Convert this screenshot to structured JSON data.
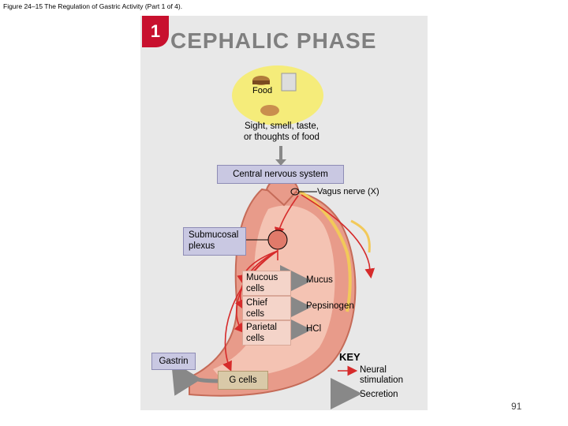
{
  "caption": "Figure 24–15 The Regulation of Gastric Activity (Part 1 of 4).",
  "badge_number": "1",
  "phase_title": "CEPHALIC PHASE",
  "food_label": "Food",
  "sight_line1": "Sight, smell, taste,",
  "sight_line2": "or thoughts of food",
  "cns_label": "Central nervous system",
  "vagus_label": "Vagus nerve (X)",
  "submucosal_line1": "Submucosal",
  "submucosal_line2": "plexus",
  "cells": {
    "mucous_line1": "Mucous",
    "mucous_line2": "cells",
    "chief_line1": "Chief",
    "chief_line2": "cells",
    "parietal_line1": "Parietal",
    "parietal_line2": "cells"
  },
  "outputs": {
    "mucus": "Mucus",
    "pepsinogen": "Pepsinogen",
    "hcl": "HCl"
  },
  "gastrin_label": "Gastrin",
  "gcells_label": "G cells",
  "key": {
    "title": "KEY",
    "neural_line1": "Neural",
    "neural_line2": "stimulation",
    "secretion": "Secretion"
  },
  "page_number": "91",
  "colors": {
    "badge": "#c8102e",
    "neural": "#d62b2b",
    "secretion": "#888888",
    "stomach": "#e89b8a",
    "nerve": "#f2c95a"
  }
}
